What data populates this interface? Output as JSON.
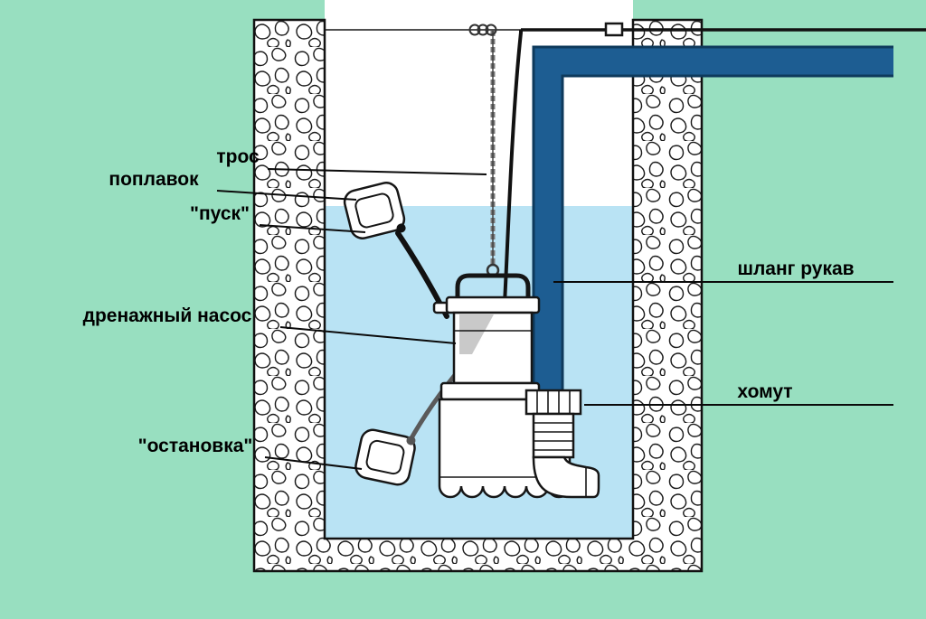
{
  "diagram": {
    "labels": {
      "rope": "трос",
      "float": "поплавок",
      "start": "\"пуск\"",
      "pump": "дренажный насос",
      "stop": "\"остановка\"",
      "hose": "шланг рукав",
      "clamp": "хомут"
    },
    "colors": {
      "background": "#98dfc0",
      "water": "#b9e3f4",
      "pipe": "#1d5d92",
      "pipe_outline": "#0e3a5c"
    }
  }
}
